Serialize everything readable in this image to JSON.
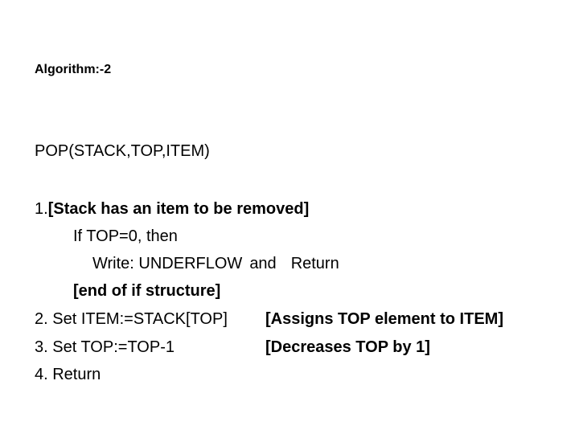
{
  "title": "Algorithm:-2",
  "signature": "POP(STACK,TOP,ITEM)",
  "steps": {
    "step1_num": "1.",
    "step1_comment": "[Stack has an item to be removed]",
    "if_line": "If TOP=0, then",
    "write_cmd": "Write: UNDERFLOW",
    "and_word": "and",
    "return_word": "Return",
    "end_if": "[end of if structure]",
    "step2": "2. Set ITEM:=STACK[TOP]",
    "step2_comment": "[Assigns TOP element to ITEM]",
    "step3": "3. Set TOP:=TOP-1",
    "step3_comment": "[Decreases TOP by 1]",
    "step4": "4. Return"
  }
}
